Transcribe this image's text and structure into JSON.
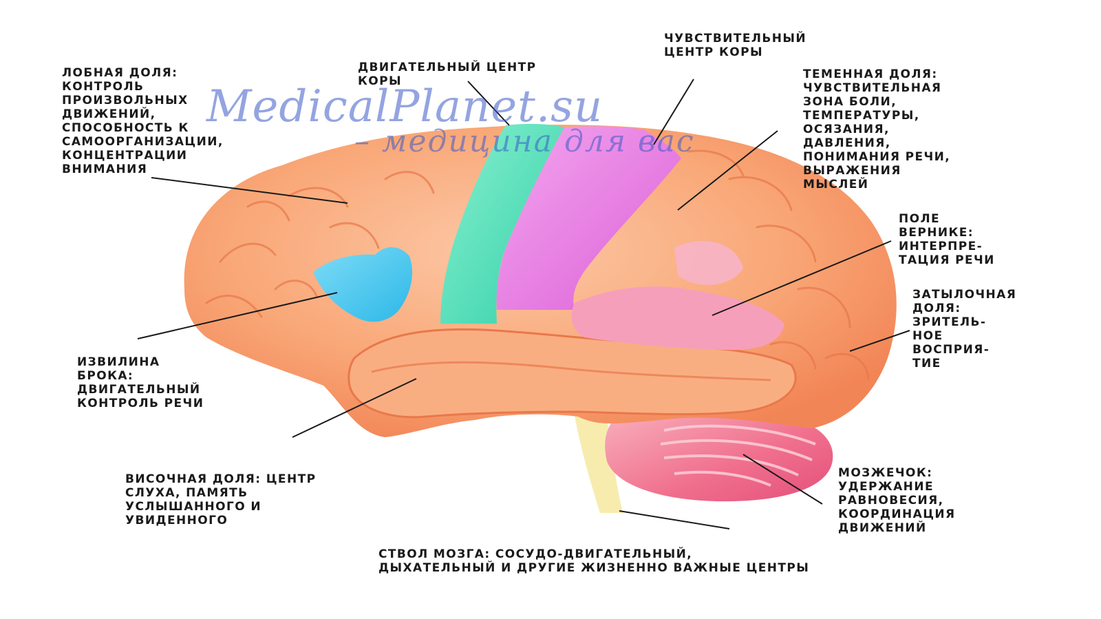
{
  "watermark": {
    "site": "MedicalPlanet.su",
    "tagline": "– медицина для вас"
  },
  "colors": {
    "cortex": "#f9a777",
    "cortex_light": "#fbc4a1",
    "motor_cortex": "#47e0b4",
    "sensory_cortex": "#e573e0",
    "broca": "#36c8ee",
    "wernicke": "#f69fba",
    "cerebellum": "#f06f8d",
    "brainstem": "#f7ecae",
    "leader_line": "#1a1a1a",
    "watermark": "#3c5ac8"
  },
  "labels": {
    "frontal": [
      "ЛОБНАЯ ДОЛЯ:",
      "КОНТРОЛЬ",
      "ПРОИЗВОЛЬНЫХ",
      "ДВИЖЕНИЙ,",
      "СПОСОБНОСТЬ К",
      "САМООРГАНИЗАЦИИ,",
      "КОНЦЕНТРАЦИИ",
      "ВНИМАНИЯ"
    ],
    "motor": [
      "ДВИГАТЕЛЬНЫЙ ЦЕНТР",
      "КОРЫ"
    ],
    "sensory": [
      "ЧУВСТВИТЕЛЬНЫЙ",
      "ЦЕНТР КОРЫ"
    ],
    "parietal": [
      "ТЕМЕННАЯ ДОЛЯ:",
      "ЧУВСТВИТЕЛЬНАЯ",
      "ЗОНА БОЛИ,",
      "ТЕМПЕРАТУРЫ,",
      "ОСЯЗАНИЯ,",
      "ДАВЛЕНИЯ,",
      "ПОНИМАНИЯ РЕЧИ,",
      "ВЫРАЖЕНИЯ",
      "МЫСЛЕЙ"
    ],
    "wernicke": [
      "ПОЛЕ",
      "ВЕРНИКЕ:",
      "ИНТЕРПРЕ-",
      "ТАЦИЯ РЕЧИ"
    ],
    "occipital": [
      "ЗАТЫЛОЧНАЯ",
      "ДОЛЯ:",
      "ЗРИТЕЛЬ-",
      "НОЕ",
      "ВОСПРИЯ-",
      "ТИЕ"
    ],
    "broca": [
      "ИЗВИЛИНА",
      "БРОКА:",
      "ДВИГАТЕЛЬНЫЙ",
      "КОНТРОЛЬ РЕЧИ"
    ],
    "temporal": [
      "ВИСОЧНАЯ ДОЛЯ: ЦЕНТР",
      "СЛУХА, ПАМЯТЬ",
      "УСЛЫШАННОГО И",
      "УВИДЕННОГО"
    ],
    "cerebellum": [
      "МОЗЖЕЧОК:",
      "УДЕРЖАНИЕ",
      "РАВНОВЕСИЯ,",
      "КООРДИНАЦИЯ",
      "ДВИЖЕНИЙ"
    ],
    "brainstem": [
      "СТВОЛ МОЗГА: СОСУДО-ДВИГАТЕЛЬНЫЙ,",
      "ДЫХАТЕЛЬНЫЙ И ДРУГИЕ ЖИЗНЕННО ВАЖНЫЕ ЦЕНТРЫ"
    ]
  }
}
